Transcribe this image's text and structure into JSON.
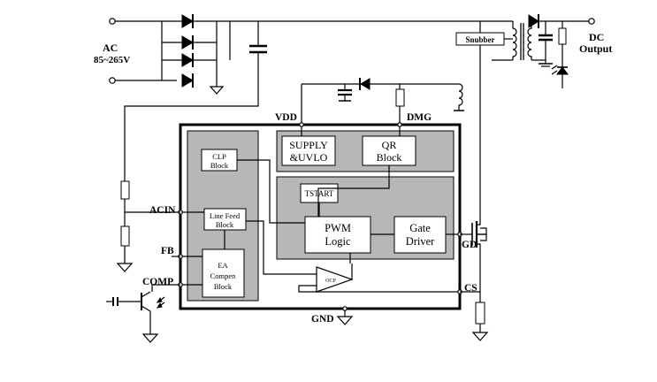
{
  "input": {
    "label_line1": "AC",
    "label_line2": "85~265V"
  },
  "output": {
    "label_line1": "DC",
    "label_line2": "Output"
  },
  "blocks": {
    "snubber": "Snubber",
    "supply_line1": "SUPPLY",
    "supply_line2": "&UVLO",
    "qr_line1": "QR",
    "qr_line2": "Block",
    "clp_line1": "CLP",
    "clp_line2": "Block",
    "tstart": "TSTART",
    "pwm_line1": "PWM",
    "pwm_line2": "Logic",
    "gate_line1": "Gate",
    "gate_line2": "Driver",
    "line_feed_line1": "Line Feed",
    "line_feed_line2": "Block",
    "ea_line1": "EA",
    "ea_line2": "Compen",
    "ea_line3": "Block",
    "ocp": "OCP"
  },
  "pins": {
    "vdd": "VDD",
    "dmg": "DMG",
    "acin": "ACIN",
    "fb": "FB",
    "comp": "COMP",
    "gd": "GD",
    "cs": "CS",
    "gnd": "GND"
  }
}
